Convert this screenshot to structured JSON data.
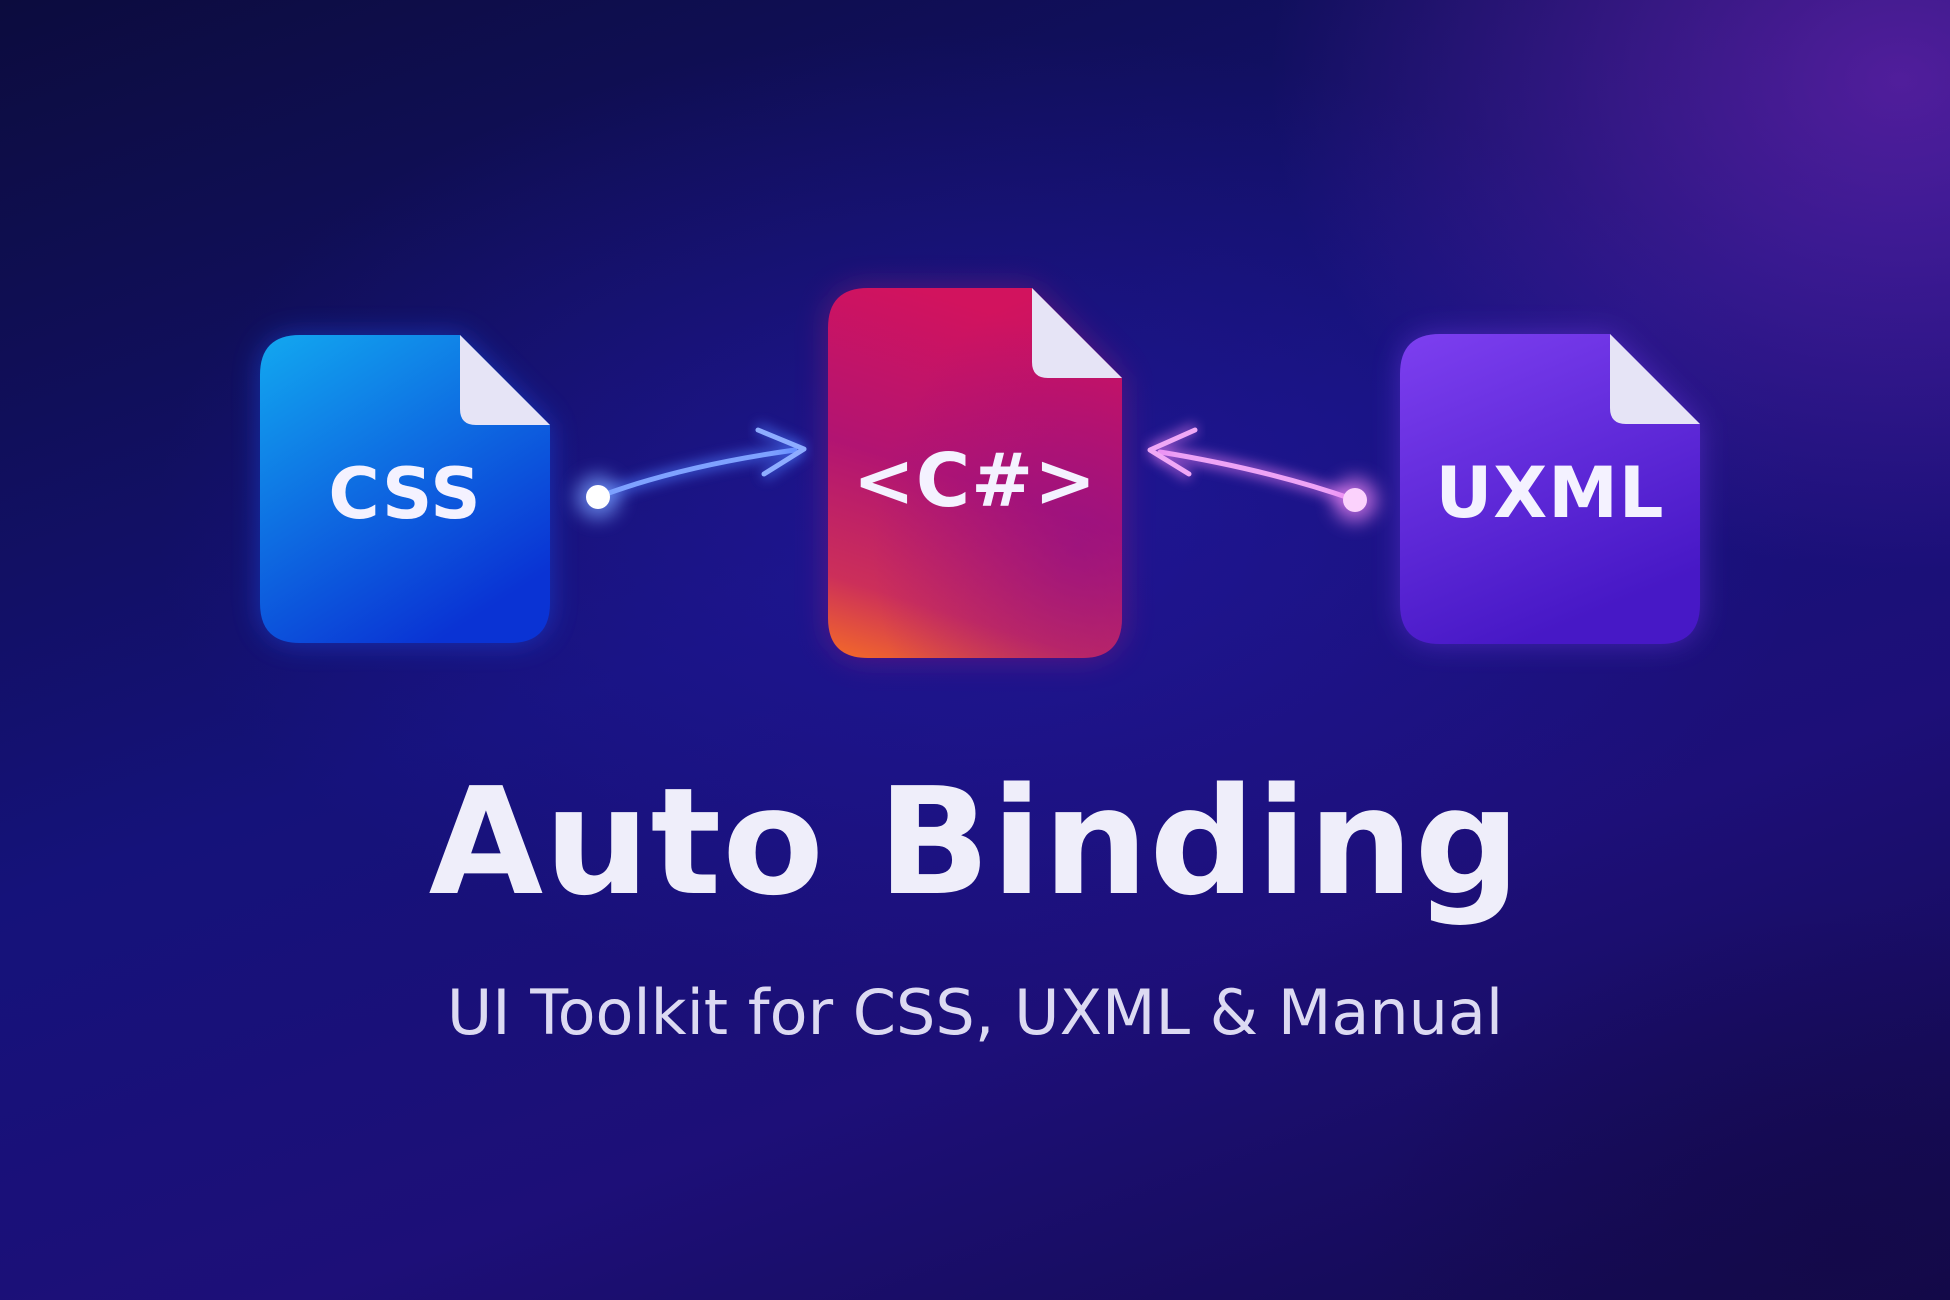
{
  "files": {
    "css": {
      "label": "CSS",
      "color_top": "#12a8f0",
      "color_bottom": "#0a35d6"
    },
    "csharp": {
      "label": "<C#>",
      "color_top": "#d8135f",
      "color_bottom": "#f06a2a"
    },
    "uxml": {
      "label": "UXML",
      "color_top": "#7a3cf0",
      "color_bottom": "#4a18c8"
    }
  },
  "arrows": {
    "left_color": "#4f7bff",
    "right_color": "#e67cf0"
  },
  "title": "Auto Binding",
  "subtitle": "UI Toolkit for CSS, UXML & Manual"
}
